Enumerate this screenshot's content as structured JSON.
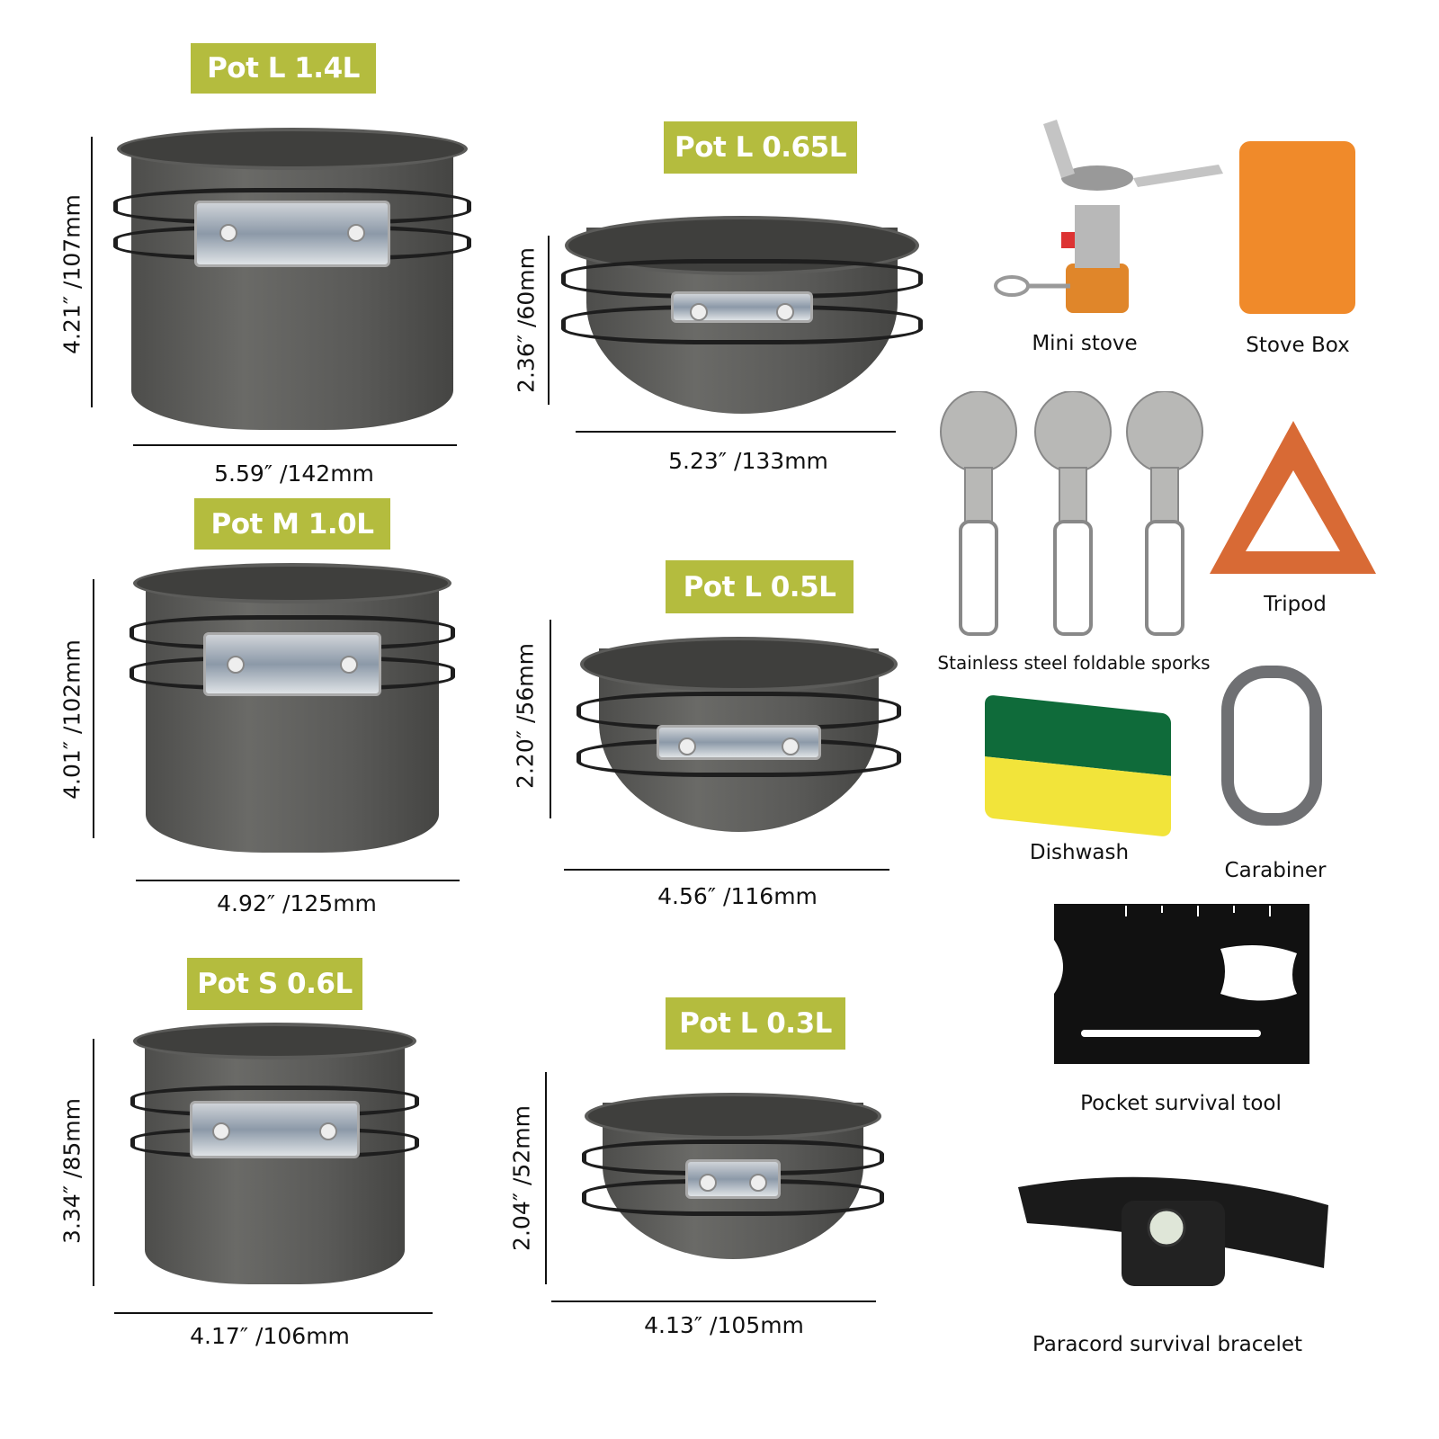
{
  "pots": [
    {
      "label": "Pot L 1.4L",
      "height": "4.21″ /107mm",
      "width": "5.59″ /142mm"
    },
    {
      "label": "Pot L 0.65L",
      "height": "2.36″ /60mm",
      "width": "5.23″ /133mm"
    },
    {
      "label": "Pot M 1.0L",
      "height": "4.01″ /102mm",
      "width": "4.92″ /125mm"
    },
    {
      "label": "Pot L 0.5L",
      "height": "2.20″ /56mm",
      "width": "4.56″ /116mm"
    },
    {
      "label": "Pot S 0.6L",
      "height": "3.34″ /85mm",
      "width": "4.17″ /106mm"
    },
    {
      "label": "Pot L 0.3L",
      "height": "2.04″ /52mm",
      "width": "4.13″ /105mm"
    }
  ],
  "accessories": {
    "stove": "Mini stove",
    "stove_box": "Stove Box",
    "sporks": "Stainless steel foldable sporks",
    "tripod": "Tripod",
    "dishwash": "Dishwash",
    "carabiner": "Carabiner",
    "pocket_tool": "Pocket survival tool",
    "bracelet": "Paracord survival bracelet"
  },
  "colors": {
    "tag": "#b4bc3e",
    "stove_box": "#f08a2a",
    "tripod": "#d86a35"
  }
}
